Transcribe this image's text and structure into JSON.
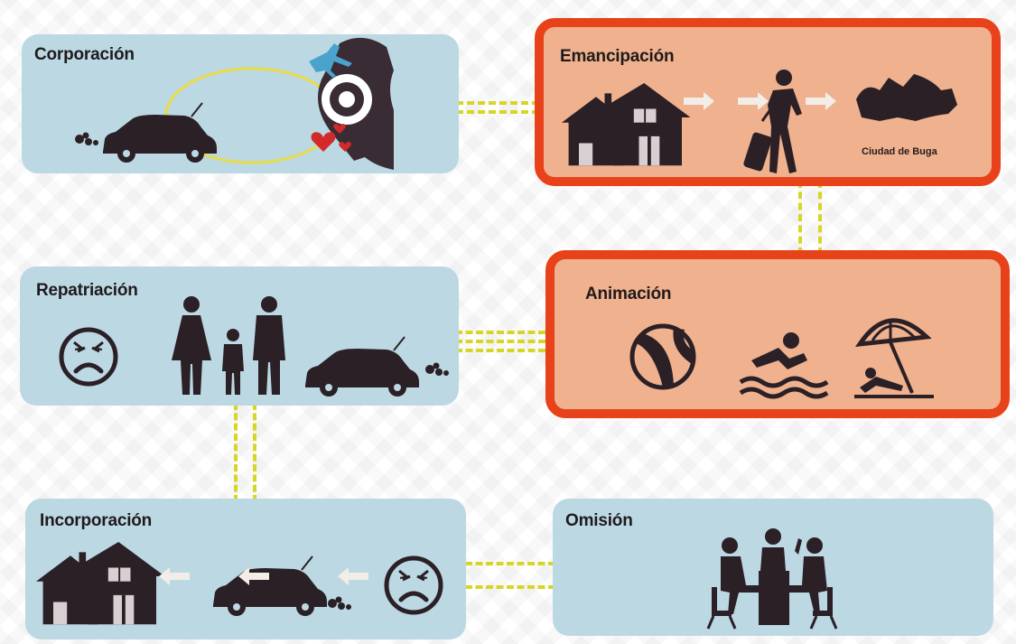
{
  "boxes": {
    "corporacion": {
      "title": "Corporación"
    },
    "emancipacion": {
      "title": "Emancipación",
      "city_label": "Ciudad de Buga"
    },
    "repatriacion": {
      "title": "Repatriación"
    },
    "animacion": {
      "title": "Animación"
    },
    "incorporacion": {
      "title": "Incorporación"
    },
    "omision": {
      "title": "Omisión"
    }
  },
  "colors": {
    "blue_box": "#bcd8e3",
    "orange_box": "#efb18e",
    "orange_border": "#e8421a",
    "connector": "#d7d627",
    "icon": "#2a2026",
    "arrow": "#f3ede8"
  },
  "icons": [
    "car-icon",
    "exhaust-icon",
    "target-map-icon",
    "airplane-icon",
    "heart-icon",
    "house-icon",
    "arrow-right-icon",
    "traveler-icon",
    "city-map-icon",
    "sad-face-icon",
    "family-icon",
    "beach-ball-icon",
    "swimmer-icon",
    "beach-umbrella-icon",
    "arrow-left-icon",
    "meeting-icon"
  ]
}
